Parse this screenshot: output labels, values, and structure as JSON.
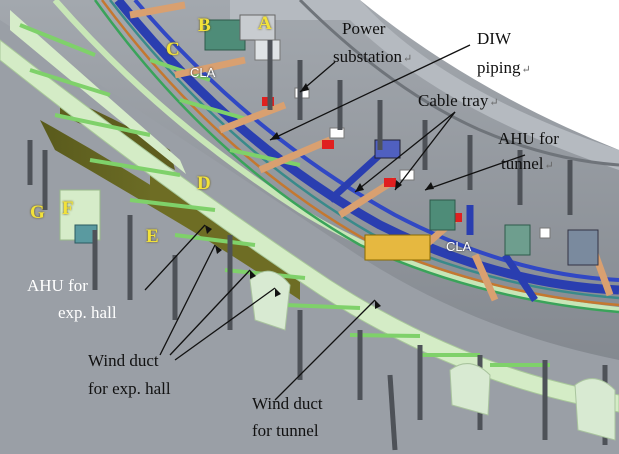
{
  "labels": {
    "power_substation_line1": "Power",
    "power_substation_line2": "substation",
    "diw_piping_line1": "DIW",
    "diw_piping_line2": "piping",
    "cable_tray": "Cable tray",
    "ahu_tunnel_line1": "AHU   for",
    "ahu_tunnel_line2": "tunnel",
    "ahu_exp_hall_line1": "AHU    for",
    "ahu_exp_hall_line2": "exp. hall",
    "wind_duct_exp_hall_line1": "Wind    duct",
    "wind_duct_exp_hall_line2": "for exp. hall",
    "wind_duct_tunnel_line1": "Wind      duct",
    "wind_duct_tunnel_line2": "for tunnel",
    "paragraph_mark": "↵"
  },
  "zones": {
    "a": "A",
    "b": "B",
    "c": "C",
    "d": "D",
    "e": "E",
    "f": "F",
    "g": "G"
  },
  "cla": {
    "upper": "CLA",
    "lower": "CLA"
  },
  "colors": {
    "background": "#ffffff",
    "structure_gray": "#8d9299",
    "dark_gray": "#4e5258",
    "pale_green_ring": "#d4ecc6",
    "olive_wall": "#6b6a22",
    "blue_pipe": "#2a3eb0",
    "copper_pipe": "#d9a070",
    "green_beam": "#7fd16a",
    "zone_letter": "#f2e23a"
  }
}
